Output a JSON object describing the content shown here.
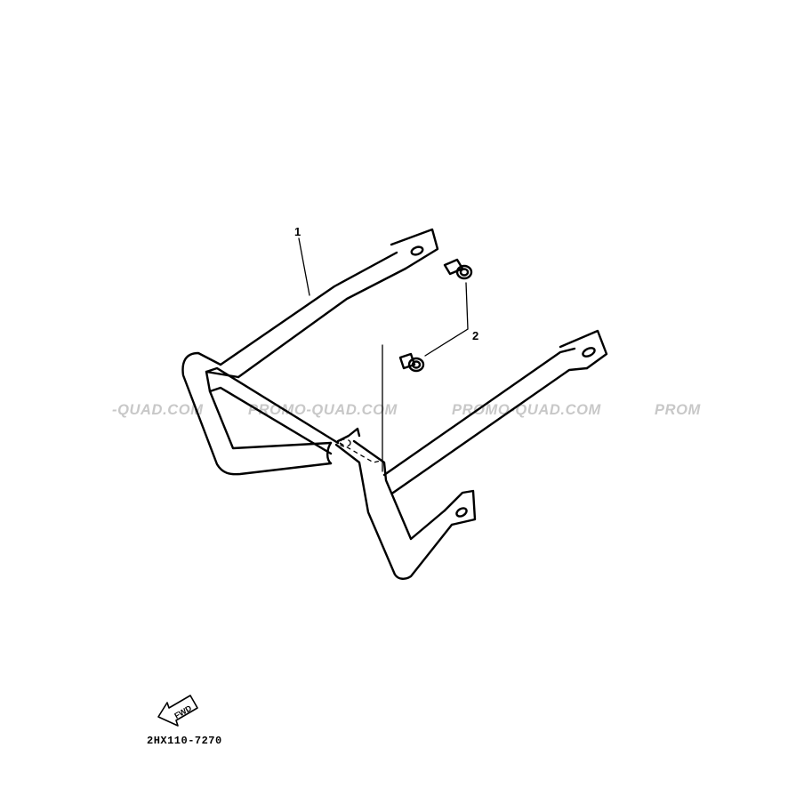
{
  "watermark": {
    "segments": [
      "-QUAD.COM",
      "PROMO-QUAD.COM",
      "PROMO-QUAD.COM",
      "PROM"
    ],
    "color": "#c8c8c8"
  },
  "callouts": {
    "part_1": "1",
    "part_2": "2"
  },
  "orientation": {
    "fwd_label": "FWD"
  },
  "drawing_code": "2HX110-7270"
}
